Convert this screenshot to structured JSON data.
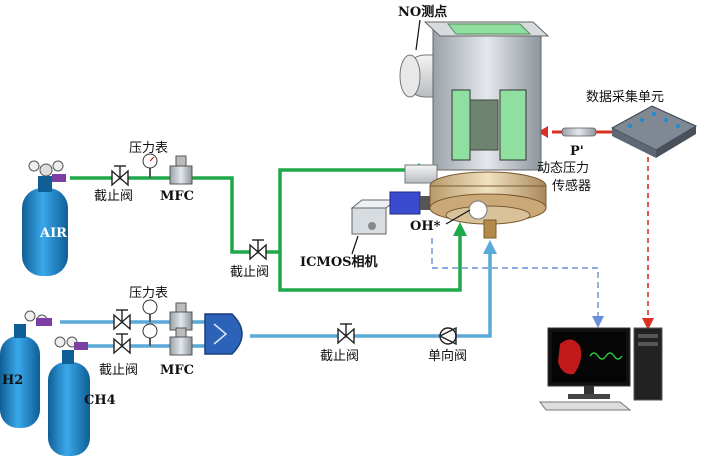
{
  "labels": {
    "no_point": "NO测点",
    "data_unit": "数据采集单元",
    "p_prime": "P'",
    "dyn_sensor_1": "动态压力",
    "dyn_sensor_2": "传感器",
    "pressure_gauge_top": "压力表",
    "stop_valve_top": "截止阀",
    "mfc_top": "MFC",
    "air": "AIR",
    "stop_valve_mid": "截止阀",
    "icmos": "ICMOS相机",
    "oh": "OH*",
    "pressure_gauge_bottom": "压力表",
    "stop_valve_bottom": "截止阀",
    "mfc_bottom": "MFC",
    "h2": "H2",
    "ch4": "CH4",
    "stop_valve_right": "截止阀",
    "check_valve": "单向阀"
  },
  "colors": {
    "air_line": "#1fa84a",
    "fuel_line": "#5aa9d8",
    "signal_line": "#d93025",
    "dashed_blue": "#6b8fd6",
    "cylinder": "#1e8ad0",
    "chamber": "#c9ced4",
    "window": "#8fe0a0",
    "camera": "#3a4bd0"
  }
}
